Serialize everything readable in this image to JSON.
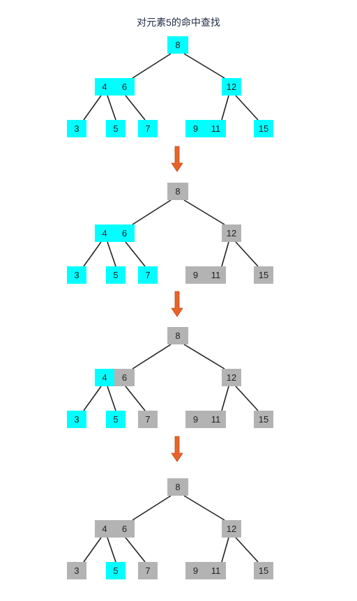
{
  "title": "对元素5的命中查找",
  "colors": {
    "hit": "#00ffff",
    "miss": "#b3b3b3",
    "arrow": "#e8622a",
    "edge": "#222222"
  },
  "stages": [
    {
      "root": [
        "hit"
      ],
      "left": [
        "hit",
        "hit"
      ],
      "right": [
        "hit"
      ],
      "l0": [
        "hit"
      ],
      "l1": [
        "hit"
      ],
      "l2": [
        "hit"
      ],
      "l3": [
        "hit",
        "hit"
      ],
      "l4": [
        "hit"
      ]
    },
    {
      "root": [
        "miss"
      ],
      "left": [
        "hit",
        "hit"
      ],
      "right": [
        "miss"
      ],
      "l0": [
        "hit"
      ],
      "l1": [
        "hit"
      ],
      "l2": [
        "hit"
      ],
      "l3": [
        "miss",
        "miss"
      ],
      "l4": [
        "miss"
      ]
    },
    {
      "root": [
        "miss"
      ],
      "left": [
        "hit",
        "miss"
      ],
      "right": [
        "miss"
      ],
      "l0": [
        "hit"
      ],
      "l1": [
        "hit"
      ],
      "l2": [
        "miss"
      ],
      "l3": [
        "miss",
        "miss"
      ],
      "l4": [
        "miss"
      ]
    },
    {
      "root": [
        "miss"
      ],
      "left": [
        "miss",
        "miss"
      ],
      "right": [
        "miss"
      ],
      "l0": [
        "miss"
      ],
      "l1": [
        "hit"
      ],
      "l2": [
        "miss"
      ],
      "l3": [
        "miss",
        "miss"
      ],
      "l4": [
        "miss"
      ]
    }
  ],
  "keys": {
    "root": [
      "8"
    ],
    "left": [
      "4",
      "6"
    ],
    "right": [
      "12"
    ],
    "l0": [
      "3"
    ],
    "l1": [
      "5"
    ],
    "l2": [
      "7"
    ],
    "l3": [
      "9",
      "11"
    ],
    "l4": [
      "15"
    ]
  }
}
